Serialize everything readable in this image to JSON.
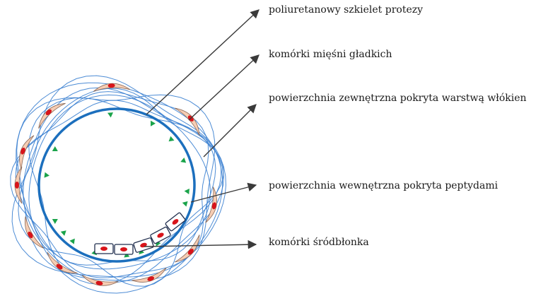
{
  "labels": {
    "scaffold": "poliuretanowy szkielet protezy",
    "smooth_muscle": "komórki mięśni gładkich",
    "outer_surface": "powierzchnia zewnętrzna pokryta warstwą włókien",
    "inner_surface": "powierzchnia wewnętrzna pokryta peptydami",
    "endothelial": "komórki śródbłonka"
  },
  "colors": {
    "scaffold_ring": "#1c6fbd",
    "fibers": "#3a7fd0",
    "muscle_cell_fill": "#f6cdb3",
    "muscle_cell_stroke": "#8a6a5a",
    "nucleus": "#d8141a",
    "peptide": "#1aa34a",
    "endothelial_stroke": "#1f2d4d",
    "arrow": "#3a3a3a"
  }
}
